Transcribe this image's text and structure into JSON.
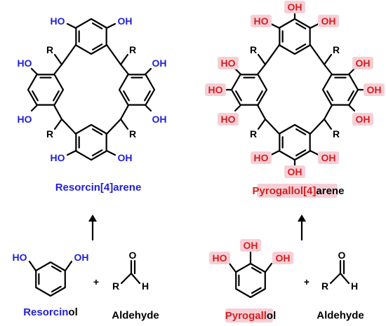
{
  "labels": {
    "oh": "OH",
    "ho": "HO",
    "r": "R",
    "o": "O",
    "h": "H",
    "plus": "+",
    "resorcin_blue": "Resorcin",
    "resorcin_rest": "[4]arene",
    "pyrogallol_red": "Pyrogallol[4]",
    "pyrogallol_rest": "arene",
    "monomer_resorcin_blue": "Resorcin",
    "monomer_resorcin_rest": "ol",
    "monomer_pyrogall_red": "Pyrogall",
    "monomer_pyrogall_rest": "ol",
    "aldehyde": "Aldehyde"
  },
  "colors": {
    "resorcinol_hydroxyl": "#1f1fd6",
    "pyrogallol_hydroxyl": "#d61f1f",
    "highlight": "#f6cfd6"
  }
}
